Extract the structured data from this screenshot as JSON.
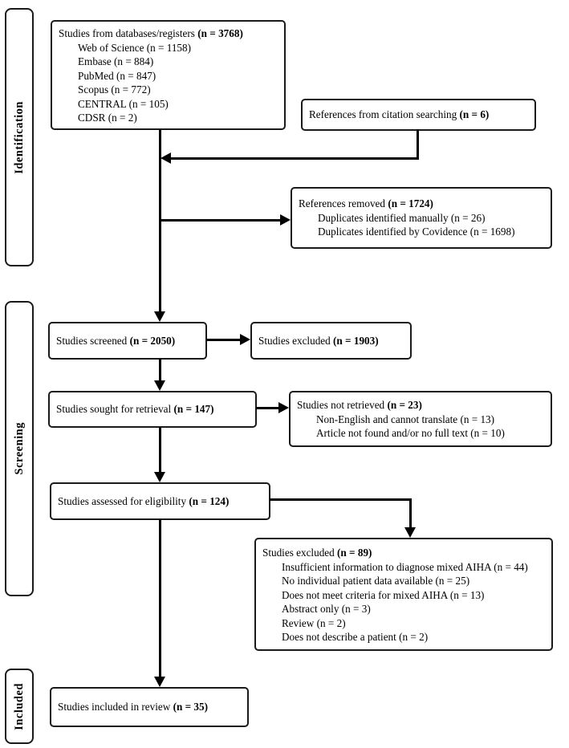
{
  "stages": {
    "identification": "Identification",
    "screening": "Screening",
    "included": "Included"
  },
  "boxes": {
    "databases": {
      "title": "Studies from databases/registers",
      "count": "(n = 3768)",
      "items": [
        "Web of Science (n = 1158)",
        "Embase (n = 884)",
        "PubMed (n = 847)",
        "Scopus (n = 772)",
        "CENTRAL (n = 105)",
        "CDSR (n = 2)"
      ]
    },
    "citation_searching": {
      "title": "References from citation searching",
      "count": "(n = 6)"
    },
    "references_removed": {
      "title": "References removed",
      "count": "(n = 1724)",
      "items": [
        "Duplicates identified manually (n = 26)",
        "Duplicates identified by Covidence (n = 1698)"
      ]
    },
    "studies_screened": {
      "title": "Studies screened",
      "count": "(n = 2050)"
    },
    "studies_excluded_screening": {
      "title": "Studies excluded",
      "count": "(n = 1903)"
    },
    "studies_sought": {
      "title": "Studies sought for retrieval",
      "count": "(n = 147)"
    },
    "studies_not_retrieved": {
      "title": "Studies not retrieved",
      "count": "(n = 23)",
      "items": [
        "Non-English and cannot translate (n = 13)",
        "Article not found and/or no full text (n = 10)"
      ]
    },
    "studies_assessed": {
      "title": "Studies assessed for eligibility",
      "count": "(n = 124)"
    },
    "studies_excluded_eligibility": {
      "title": "Studies excluded",
      "count": "(n = 89)",
      "items": [
        "Insufficient information to diagnose mixed AIHA (n = 44)",
        "No individual patient data available (n = 25)",
        "Does not meet criteria for mixed AIHA (n = 13)",
        "Abstract only (n = 3)",
        "Review (n = 2)",
        "Does not describe a patient (n = 2)"
      ]
    },
    "studies_included": {
      "title": "Studies included in review",
      "count": "(n = 35)"
    }
  },
  "colors": {
    "line": "#000000",
    "border": "#1a1a1a",
    "background": "#ffffff",
    "text": "#000000"
  }
}
